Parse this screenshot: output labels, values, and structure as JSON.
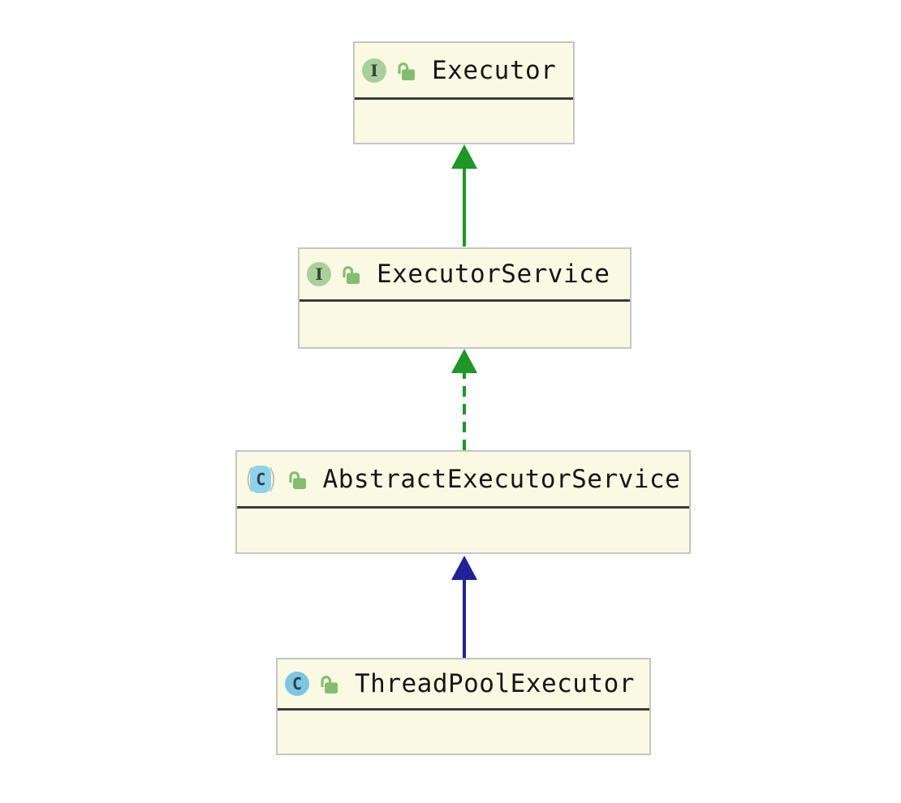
{
  "diagram": {
    "background": "#ffffff",
    "node_fill": "#fafae4",
    "node_border": "#c5c5c5",
    "divider_color": "#3b3b3b",
    "icon_colors": {
      "interface_badge": "#a9d09a",
      "class_badge": "#7cc7e2",
      "abstract_badge": "#8fd2ea",
      "lock": "#83be70",
      "paren": "#b2b4b6"
    },
    "nodes": [
      {
        "name": "Executor",
        "kind": "interface",
        "visibility": "public",
        "badge_letter": "I"
      },
      {
        "name": "ExecutorService",
        "kind": "interface",
        "visibility": "public",
        "badge_letter": "I"
      },
      {
        "name": "AbstractExecutorService",
        "kind": "abstract class",
        "visibility": "public",
        "badge_letter": "C",
        "paren_open": "(",
        "paren_close": ")"
      },
      {
        "name": "ThreadPoolExecutor",
        "kind": "class",
        "visibility": "public",
        "badge_letter": "C"
      }
    ],
    "edges": [
      {
        "from": "ExecutorService",
        "to": "Executor",
        "relation": "extends",
        "line": "solid",
        "color": "#1e9628"
      },
      {
        "from": "AbstractExecutorService",
        "to": "ExecutorService",
        "relation": "implements",
        "line": "dashed",
        "color": "#1e9628"
      },
      {
        "from": "ThreadPoolExecutor",
        "to": "AbstractExecutorService",
        "relation": "extends",
        "line": "solid",
        "color": "#222296"
      }
    ]
  }
}
